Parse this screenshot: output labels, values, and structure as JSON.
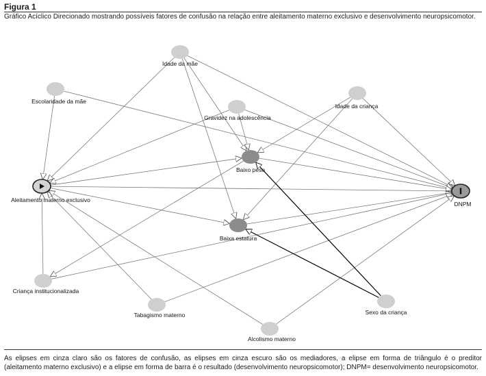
{
  "figure": {
    "label": "Figura 1",
    "title": "Gráfico Acíclico Direcionado mostrando possíveis fatores de confusão na relação entre aleitamento materno exclusivo e desenvolvimento neuropsicomotor.",
    "footnote": "As elipses em cinza claro são os fatores de confusão, as elipses em cinza escuro são os mediadores, a elipse em forma de triângulo é o preditor (aleitamento materno exclusivo) e a elipse em forma de barra é o resultado (desenvolvimento neuropsicomotor); DNPM= desenvolvimento neuropsicomotor."
  },
  "colors": {
    "confounder": "#cfcfcf",
    "mediator": "#8c8c8c",
    "predictor": "#d4d4d4",
    "outcome": "#9a9a9a",
    "edge": "#7a7a7a",
    "edge_dark": "#000000"
  },
  "nodes": [
    {
      "id": "idade_mae",
      "label": "Idade da mãe",
      "role": "confounder"
    },
    {
      "id": "escolaridade_mae",
      "label": "Escolaridade da mãe",
      "role": "confounder"
    },
    {
      "id": "gravidez_adolescencia",
      "label": "Gravidez na adolescência",
      "role": "confounder"
    },
    {
      "id": "idade_crianca",
      "label": "Idade da criança",
      "role": "confounder"
    },
    {
      "id": "baixo_peso",
      "label": "Baixo peso",
      "role": "mediator"
    },
    {
      "id": "aleitamento",
      "label": "Aleitamento materno exclusivo",
      "role": "predictor"
    },
    {
      "id": "dnpm",
      "label": "DNPM",
      "role": "outcome"
    },
    {
      "id": "baixa_estatura",
      "label": "Baixa estatura",
      "role": "mediator"
    },
    {
      "id": "crianca_inst",
      "label": "Criança institucionalizada",
      "role": "confounder"
    },
    {
      "id": "tabagismo",
      "label": "Tabagismo materno",
      "role": "confounder"
    },
    {
      "id": "sexo_crianca",
      "label": "Sexo da criança",
      "role": "confounder"
    },
    {
      "id": "alcoolismo",
      "label": "Alcolismo materno",
      "role": "confounder"
    }
  ],
  "edges": [
    {
      "from": "idade_mae",
      "to": "aleitamento"
    },
    {
      "from": "idade_mae",
      "to": "baixo_peso"
    },
    {
      "from": "idade_mae",
      "to": "baixa_estatura"
    },
    {
      "from": "idade_mae",
      "to": "dnpm"
    },
    {
      "from": "escolaridade_mae",
      "to": "aleitamento"
    },
    {
      "from": "escolaridade_mae",
      "to": "dnpm"
    },
    {
      "from": "gravidez_adolescencia",
      "to": "aleitamento"
    },
    {
      "from": "gravidez_adolescencia",
      "to": "baixo_peso"
    },
    {
      "from": "gravidez_adolescencia",
      "to": "dnpm"
    },
    {
      "from": "idade_crianca",
      "to": "baixo_peso"
    },
    {
      "from": "idade_crianca",
      "to": "baixa_estatura"
    },
    {
      "from": "idade_crianca",
      "to": "dnpm"
    },
    {
      "from": "aleitamento",
      "to": "baixo_peso"
    },
    {
      "from": "aleitamento",
      "to": "baixa_estatura"
    },
    {
      "from": "aleitamento",
      "to": "dnpm"
    },
    {
      "from": "baixo_peso",
      "to": "dnpm"
    },
    {
      "from": "baixa_estatura",
      "to": "dnpm"
    },
    {
      "from": "crianca_inst",
      "to": "aleitamento"
    },
    {
      "from": "crianca_inst",
      "to": "dnpm"
    },
    {
      "from": "baixo_peso",
      "to": "crianca_inst"
    },
    {
      "from": "tabagismo",
      "to": "aleitamento"
    },
    {
      "from": "tabagismo",
      "to": "dnpm"
    },
    {
      "from": "alcoolismo",
      "to": "aleitamento"
    },
    {
      "from": "alcoolismo",
      "to": "dnpm"
    },
    {
      "from": "sexo_crianca",
      "to": "baixo_peso",
      "dark": true
    },
    {
      "from": "sexo_crianca",
      "to": "baixa_estatura",
      "dark": true
    }
  ]
}
